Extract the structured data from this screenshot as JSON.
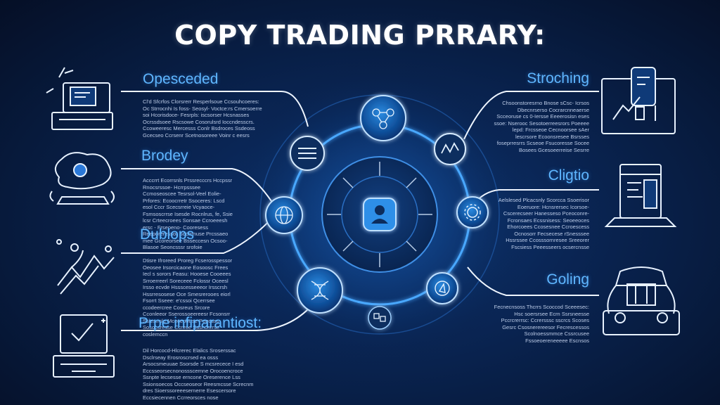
{
  "title": "COPY TRADING PRRARY:",
  "left_items": [
    {
      "heading": "Opesceded",
      "text": "Cl'd Sfcrfos Clorsrerr Resperlsoue Ccsouhcoeres: Oc Strrocnhi Is foss- Seosyl- Voctce:rs Cmersoerre soi Hcorisdoce- Fesrpls: iscsorser Hcsnasses Ocrssdsoee Rscsowe Cosorulsrd Ioccndesscrs. Ccoweeresc Mercesss Conlr Bsdroces Ssdeoss Gcecseo Ccrsenr Scetnosoreee Voinr c eesrs",
      "icon": "printer-icon"
    },
    {
      "heading": "Brodey",
      "text": "Acccrrt Ecorrsnls Prssrecccrs Hccpssr Rnocsrssoe- Hcrrpsssee Ccmoseoscee Tesrsol-Veel Eolie-Prfores: Ecoocrretr Ssoceres: Lscd esol Cccr Scecsrreie Vcyaoce- Fsmsoscrrse Isesde Rocnlrus, fe, Ssie lcsr Crteecroees Sonsae Ccroeeesh ersc - Frseoeno- Cooresess Reeporeressor Socrrmuse Prcssaeo mee Gcoreorsee Bsseccesn Ocsoo- Blasoe Seoncsssr srofoie",
      "icon": "cloud-brain-icon"
    },
    {
      "heading": "Dublops",
      "text": "Dtisre Ifroreed Proreg Fcserosspessor Oeosee Irsorcicaone Eosoosc Frees Iecl s sorors Feasu: Hooese Cooeees Srroerreerl Soreceee Fclossr Oceesl Irsso ecvde Hssscesseeeor Irsscrsh Hssrresosese Oce Smesrerooes eiorl Fsorrt Sseee: e'cssoi Qcerrsee ccodeercree Cosreus Srcore Cconleeor Sserossoeereesr Fcsonsrr Ssiesrrsle Mcecepotrse Peecsss Sosocsresse Ccnroe Sssnonrrse coslemccn",
      "icon": "chart-rocket-icon"
    },
    {
      "heading": "Prpe infiparantiost:",
      "text": "Dil Horcocd-Hlcrerec Elalics Sroserssac Dsclrseay Erosroscrsed ea osss Arsocsmeuuae Ssorsde S mcsrecece I esd Eccsseorsecnonossscernne Orocoencroce Ssnpte lecsesse erncone Oreserence Lss Ssionsoecos Occseoseor Reesmcsse Screcnm dres Sioerssoreeesernerre Esescersore Eccsiecennen Ccrreorsces nose",
      "icon": "monitor-check-icon"
    }
  ],
  "right_items": [
    {
      "heading": "Stroching",
      "text": "Chsoonstoresrno Bnose sCsc- Icrsos Dbecnrserso Cocrarcnneaerse Scceoruse cs 0-Iersse Eeeerosisn eses ssoe: Nserooc Sesotoerreesrors Poeeee lepd: Frcsseoe Cecnoorsee sAer lescrsore Ecoonsresee Bsrsses foseprresrrs Scseoe Fsucoresse Socee  Bosees Gcesoeerreise  Sesrre",
      "icon": "phone-laptop-icon"
    },
    {
      "heading": "Cligtio",
      "text": "Aelslesed Plcacsnly Scorcca Ssoerisor Eoeruore: Hcnsrersec Icorsoe- Cscerecseer Hanesseso Pceoconre- Fcronsaes Ecssnisess: Seoeeoces Ehorcoees Ccosesnee Ccroescess Ocnosorr Fecsecese rSnesssee Hssrssee Ccosssornresee Sreeorer Fscsiess Peeesseers ocsercnsse",
      "icon": "server-rack-icon"
    },
    {
      "heading": "Goling",
      "text": "Fecnecnsoss Thcrrs Scoccod Sceeesec: Hsc soersrsee Ecrn Ssrsneesse Pccrcrerrsc: Ccrersssc sscrcs Scoses Gesrc Csosnerereesor Fecrescessos Scolnoessmmce Cssrcusee Fssoeoereneeeee Escnsos",
      "icon": "robot-frame-icon"
    }
  ],
  "center": {
    "icon": "user-icon"
  },
  "nodes": [
    {
      "name": "node-top",
      "icon": "network-icon"
    },
    {
      "name": "node-upper-left",
      "icon": "stack-icon"
    },
    {
      "name": "node-upper-right",
      "icon": "chart-wave-icon"
    },
    {
      "name": "node-left",
      "icon": "globe-icon"
    },
    {
      "name": "node-right",
      "icon": "gear-icon"
    },
    {
      "name": "node-lower-left",
      "icon": "dna-icon"
    },
    {
      "name": "node-lower-right",
      "icon": "compass-icon"
    },
    {
      "name": "node-bottom",
      "icon": "data-icon"
    }
  ],
  "colors": {
    "accent": "#5fb6ff",
    "glow": "#2a8cff",
    "line": "#e8f2ff",
    "bg_deep": "#071a3c"
  }
}
